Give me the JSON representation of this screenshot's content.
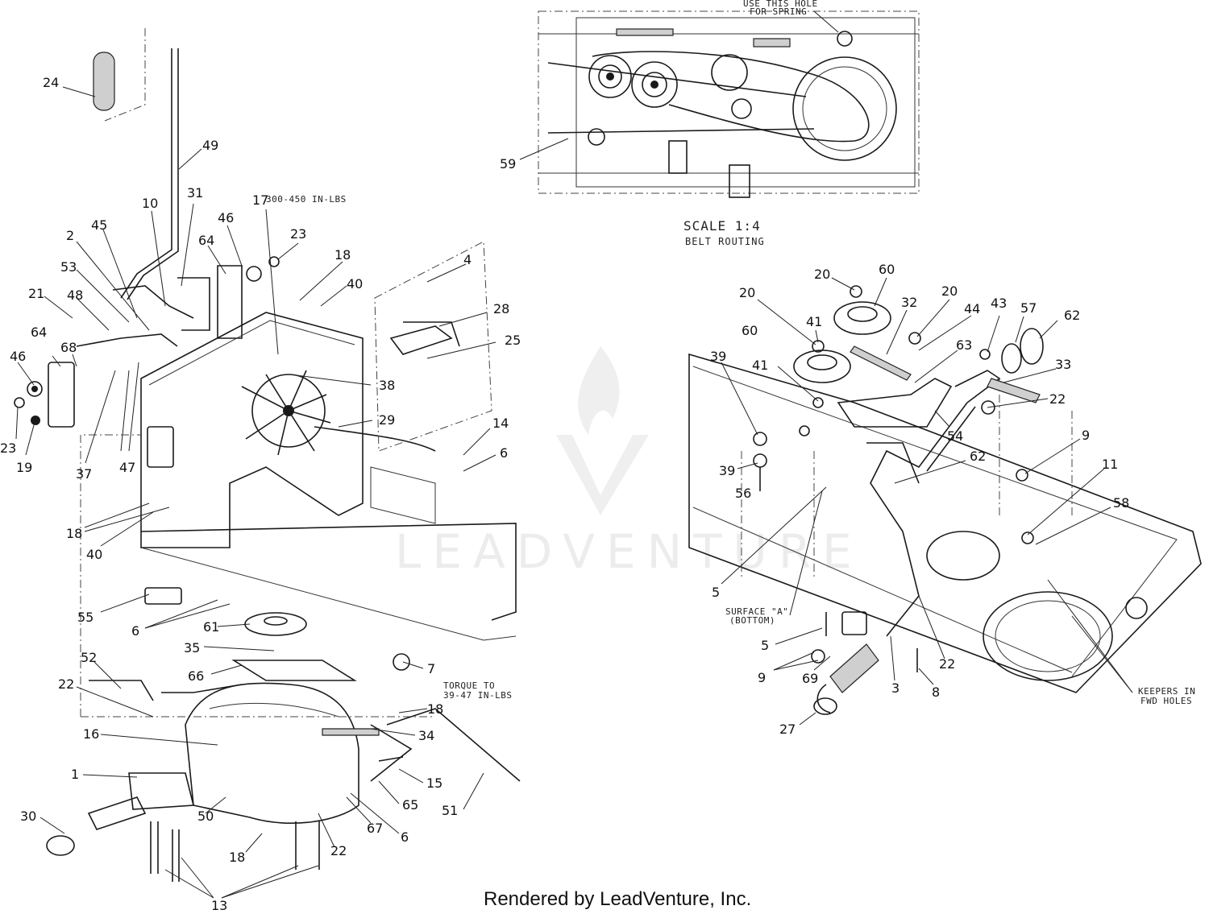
{
  "watermark": "LEADVENTURE",
  "footer": "Rendered by LeadVenture, Inc.",
  "notes": {
    "torque_fan": "300-450 IN-LBS",
    "torque_bolt_line1": "TORQUE TO",
    "torque_bolt_line2": "39-47 IN-LBS",
    "spring_hole_line1": "USE THIS HOLE",
    "spring_hole_line2": "FOR SPRING",
    "scale_title": "SCALE 1:4",
    "scale_subtitle": "BELT ROUTING",
    "surface_line1": "SURFACE \"A\"",
    "surface_line2": "(BOTTOM)",
    "keepers_line1": "KEEPERS IN",
    "keepers_line2": "FWD HOLES"
  },
  "callouts": {
    "c24": "24",
    "c49": "49",
    "c10": "10",
    "c31": "31",
    "c2": "2",
    "c45": "45",
    "c53": "53",
    "c21": "21",
    "c48": "48",
    "c64a": "64",
    "c68": "68",
    "c46a": "46",
    "c23a": "23",
    "c19": "19",
    "c37": "37",
    "c47": "47",
    "c46b": "46",
    "c64b": "64",
    "c17": "17",
    "c23b": "23",
    "c18a": "18",
    "c40a": "40",
    "c38": "38",
    "c29": "29",
    "c4": "4",
    "c28": "28",
    "c25": "25",
    "c14": "14",
    "c6a": "6",
    "c18b": "18",
    "c40b": "40",
    "c55": "55",
    "c6b": "6",
    "c61": "61",
    "c35": "35",
    "c66": "66",
    "c7": "7",
    "c52": "52",
    "c22a": "22",
    "c16": "16",
    "c1": "1",
    "c30": "30",
    "c50": "50",
    "c18c": "18",
    "c34": "34",
    "c15": "15",
    "c65": "65",
    "c51": "51",
    "c67": "67",
    "c6c": "6",
    "c18d": "18",
    "c22b": "22",
    "c13": "13",
    "c59": "59",
    "c20a": "20",
    "c60a": "60",
    "c20b": "20",
    "c60b": "60",
    "c41a": "41",
    "c32": "32",
    "c20c": "20",
    "c44": "44",
    "c43": "43",
    "c57": "57",
    "c62a": "62",
    "c39a": "39",
    "c41b": "41",
    "c63": "63",
    "c33": "33",
    "c22c": "22",
    "c9a": "9",
    "c54": "54",
    "c39b": "39",
    "c56": "56",
    "c62b": "62",
    "c11": "11",
    "c58": "58",
    "c5a": "5",
    "c5b": "5",
    "c9b": "9",
    "c69": "69",
    "c3": "3",
    "c22d": "22",
    "c8": "8",
    "c27": "27"
  }
}
